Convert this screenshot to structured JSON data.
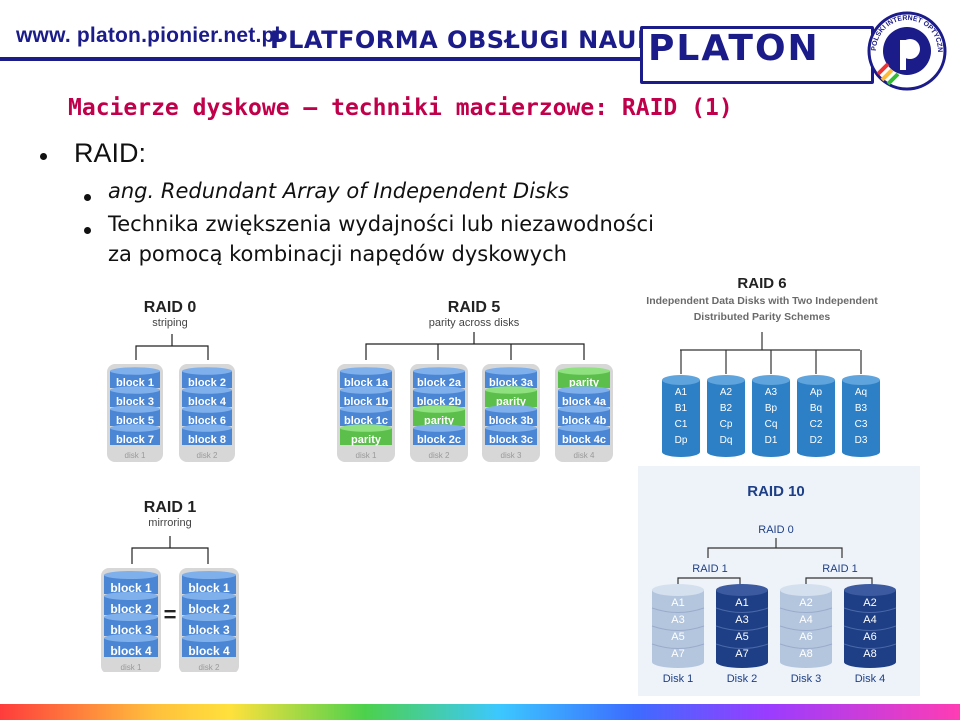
{
  "header": {
    "url": "www. platon.pionier.net.pl",
    "platform": "PLATFORMA OBSŁUGI NAUKI",
    "brand": "PLATON",
    "logo_text": "POLSKI INTERNET OPTYCZNY"
  },
  "slide": {
    "title": "Macierze dyskowe – techniki macierzowe: RAID (1)",
    "bullet_main": "RAID:",
    "sub_bullet_1": "ang. Redundant Array of Independent Disks",
    "sub_bullet_2_line1": "Technika zwiększenia wydajności lub niezawodności",
    "sub_bullet_2_line2": "za pomocą kombinacji napędów dyskowych"
  },
  "raid0": {
    "title": "RAID 0",
    "subtitle": "striping",
    "disks": [
      {
        "label": "disk 1",
        "blocks": [
          "block 1",
          "block 3",
          "block 5",
          "block 7"
        ]
      },
      {
        "label": "disk 2",
        "blocks": [
          "block 2",
          "block 4",
          "block 6",
          "block 8"
        ]
      }
    ]
  },
  "raid5": {
    "title": "RAID 5",
    "subtitle": "parity across disks",
    "disks": [
      {
        "label": "disk 1",
        "blocks": [
          "block 1a",
          "block 1b",
          "block 1c",
          "parity"
        ]
      },
      {
        "label": "disk 2",
        "blocks": [
          "block 2a",
          "block 2b",
          "parity",
          "block 2c"
        ]
      },
      {
        "label": "disk 3",
        "blocks": [
          "block 3a",
          "parity",
          "block 3b",
          "block 3c"
        ]
      },
      {
        "label": "disk 4",
        "blocks": [
          "parity",
          "block 4a",
          "block 4b",
          "block 4c"
        ]
      }
    ]
  },
  "raid1": {
    "title": "RAID 1",
    "subtitle": "mirroring",
    "equals": "=",
    "disks": [
      {
        "label": "disk 1",
        "blocks": [
          "block 1",
          "block 2",
          "block 3",
          "block 4"
        ]
      },
      {
        "label": "disk 2",
        "blocks": [
          "block 1",
          "block 2",
          "block 3",
          "block 4"
        ]
      }
    ]
  },
  "raid6": {
    "title": "RAID 6",
    "subtitle_line1": "Independent Data Disks with Two Independent",
    "subtitle_line2": "Distributed Parity Schemes",
    "disks": [
      [
        "A1",
        "B1",
        "C1",
        "Dp"
      ],
      [
        "A2",
        "B2",
        "Cp",
        "Dq"
      ],
      [
        "A3",
        "Bp",
        "Cq",
        "D1"
      ],
      [
        "Ap",
        "Bq",
        "C2",
        "D2"
      ],
      [
        "Aq",
        "B3",
        "C3",
        "D3"
      ]
    ]
  },
  "raid10": {
    "title": "RAID 10",
    "top_label": "RAID 0",
    "group_labels": [
      "RAID 1",
      "RAID 1"
    ],
    "disks": [
      {
        "label": "Disk 1",
        "blocks": [
          "A1",
          "A3",
          "A5",
          "A7"
        ]
      },
      {
        "label": "Disk 2",
        "blocks": [
          "A1",
          "A3",
          "A5",
          "A7"
        ]
      },
      {
        "label": "Disk 3",
        "blocks": [
          "A2",
          "A4",
          "A6",
          "A8"
        ]
      },
      {
        "label": "Disk 4",
        "blocks": [
          "A2",
          "A4",
          "A6",
          "A8"
        ]
      }
    ]
  },
  "colors": {
    "navy": "#1b1b8a",
    "title_red": "#c0004a",
    "block_blue": "#4a86d4",
    "parity_green": "#5cbf4c",
    "raid6_blue": "#2d80c6",
    "raid10_dark": "#1e3f86",
    "raid10_light": "#b4c6de"
  }
}
